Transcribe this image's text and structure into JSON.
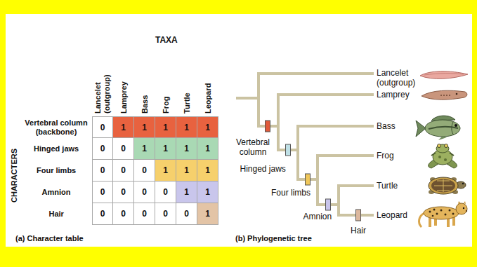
{
  "diagram": {
    "labels": [
      "TAXA",
      "Lancelet (outgroup)",
      "Lamprey",
      "Bass",
      "Frog",
      "Turtle",
      "Leopard",
      "CHARACTERS",
      "Vertebral column (backbone)",
      "0",
      "1",
      "1",
      "1",
      "1",
      "1",
      "Hinged jaws",
      "0",
      "0",
      "1",
      "1",
      "1",
      "1",
      "Four limbs",
      "0",
      "0",
      "0",
      "1",
      "1",
      "1",
      "Amnion",
      "0",
      "0",
      "0",
      "0",
      "1",
      "1",
      "Hair",
      "0",
      "0",
      "0",
      "0",
      "0",
      "1",
      "(a) Character table",
      "Lancelet (outgroup)",
      "Lamprey",
      "Bass",
      "Frog",
      "Turtle",
      "Leopard",
      "Vertebral column",
      "Hinged jaws",
      "Four limbs",
      "Amnion",
      "Hair",
      "(b) Phylogenetic tree"
    ]
  }
}
